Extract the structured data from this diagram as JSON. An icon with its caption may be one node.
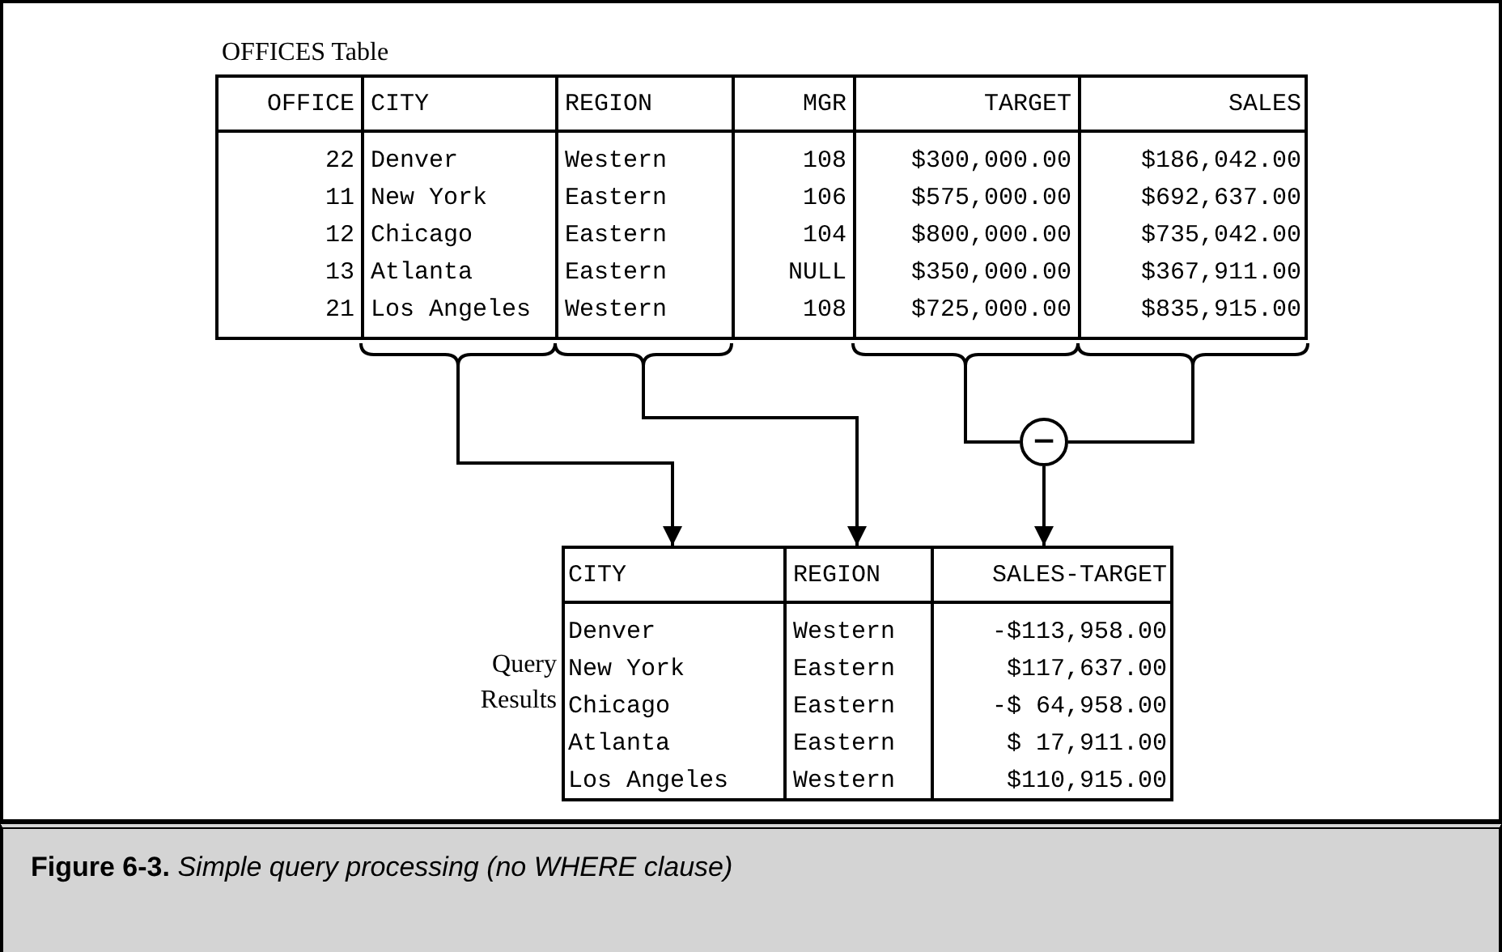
{
  "diagram": {
    "caption": "**Figure 6-3.** *Simple query processing (no WHERE clause)*",
    "nodes": [
      {
        "text": [
          "OFFICES Table"
        ]
      },
      {
        "text": [
          "OFFICE",
          "22",
          "11",
          "12",
          "13",
          "21"
        ],
        "in": 0
      },
      {
        "text": [
          "CITY",
          "Denver",
          "New York",
          "Chicago",
          "Atlanta",
          "Los Angeles"
        ],
        "in": 0
      },
      {
        "text": [
          "REGION",
          "Western",
          "Eastern",
          "Eastern",
          "Eastern",
          "Western"
        ],
        "in": 0
      },
      {
        "text": [
          "MGR",
          "108",
          "106",
          "104",
          "NULL",
          "108"
        ],
        "in": 0
      },
      {
        "text": [
          "TARGET",
          "$300,000.00",
          "$575,000.00",
          "$800,000.00",
          "$350,000.00",
          "$725,000.00"
        ],
        "in": 0
      },
      {
        "text": [
          "SALES",
          "$186,042.00",
          "$692,637.00",
          "$735,042.00",
          "$367,911.00",
          "$835,915.00"
        ],
        "in": 0
      },
      {
        "text": [
          "−"
        ]
      },
      {
        "text": [
          "Query Results"
        ]
      },
      {
        "text": [
          "CITY",
          "Denver",
          "New York",
          "Chicago",
          "Atlanta",
          "Los Angeles"
        ],
        "in": 8
      },
      {
        "text": [
          "REGION",
          "Western",
          "Eastern",
          "Eastern",
          "Eastern",
          "Western"
        ],
        "in": 8
      },
      {
        "text": [
          "SALES-TARGET",
          "-$113,958.00",
          "$117,637.00",
          "-$ 64,958.00",
          "$ 17,911.00",
          "$110,915.00"
        ],
        "in": 8
      }
    ],
    "edges": [
      {
        "from": 2,
        "to": 9,
        "arrow": "to"
      },
      {
        "from": 3,
        "to": 10,
        "arrow": "to"
      },
      {
        "from": 5,
        "to": 7,
        "arrow": "none"
      },
      {
        "from": 6,
        "to": 7,
        "arrow": "none"
      },
      {
        "from": 7,
        "to": 11,
        "arrow": "to"
      }
    ]
  }
}
